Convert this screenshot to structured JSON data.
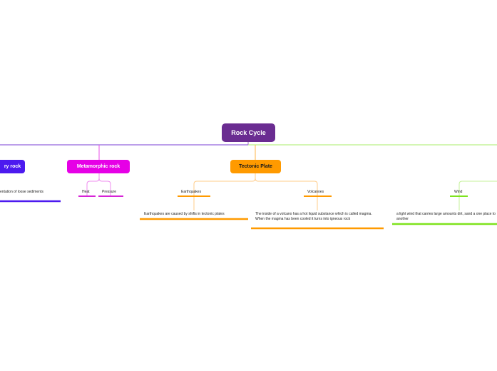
{
  "colors": {
    "root": "#6a2c91",
    "sedimentary": "#4c1aef",
    "metamorphic": "#e600e6",
    "tectonic": "#ff9a00",
    "wind": "#7ee31e"
  },
  "root": {
    "label": "Rock Cycle"
  },
  "topics": {
    "sedimentary": {
      "label": "ry rock",
      "child_text": "entation of loose sediments"
    },
    "metamorphic": {
      "label": "Metamorphic rock",
      "children": [
        "Heat",
        "Pressure"
      ]
    },
    "tectonic": {
      "label": "Tectonic Plate",
      "earthquakes": {
        "label": "Earthquakes",
        "detail": "Earthquakes are caused by shifts in tectonic plates"
      },
      "volcanoes": {
        "label": "Volcanoes",
        "detail": "The inside of a volcano has a hot liquid substance which is called magma. When the magma has been cooled it turns into igneous rock"
      }
    },
    "wind": {
      "label": "Wind",
      "detail": "a light wind that carries large amounts dirt, sand a one place to another"
    }
  }
}
